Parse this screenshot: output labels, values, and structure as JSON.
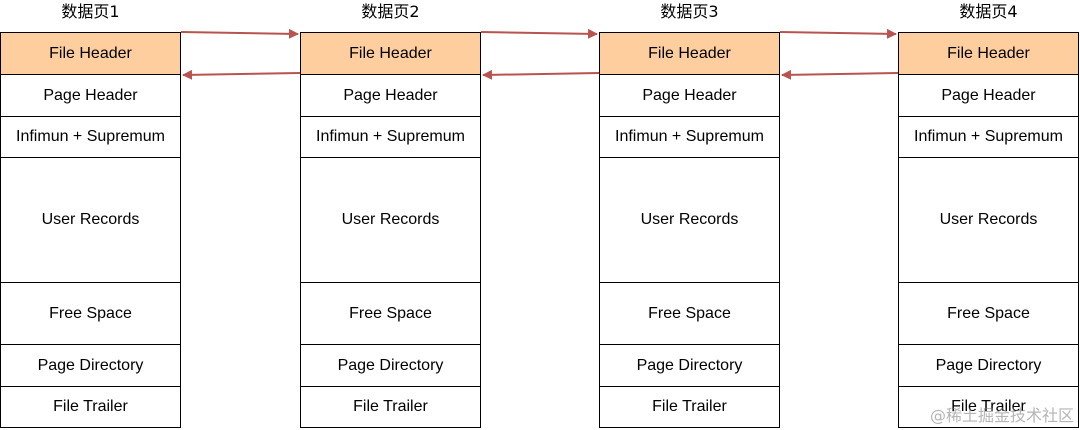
{
  "pages": [
    {
      "title": "数据页1",
      "sections": [
        "File Header",
        "Page Header",
        "Infimun + Supremum",
        "User Records",
        "Free Space",
        "Page Directory",
        "File Trailer"
      ]
    },
    {
      "title": "数据页2",
      "sections": [
        "File Header",
        "Page Header",
        "Infimun + Supremum",
        "User Records",
        "Free Space",
        "Page Directory",
        "File Trailer"
      ]
    },
    {
      "title": "数据页3",
      "sections": [
        "File Header",
        "Page Header",
        "Infimun + Supremum",
        "User Records",
        "Free Space",
        "Page Directory",
        "File Trailer"
      ]
    },
    {
      "title": "数据页4",
      "sections": [
        "File Header",
        "Page Header",
        "Infimun + Supremum",
        "User Records",
        "Free Space",
        "Page Directory",
        "File Trailer"
      ]
    }
  ],
  "colors": {
    "file_header_fill": "#ffce9f",
    "arrow": "#b85450",
    "border": "#000000"
  },
  "watermark": "@稀土掘金技术社区"
}
